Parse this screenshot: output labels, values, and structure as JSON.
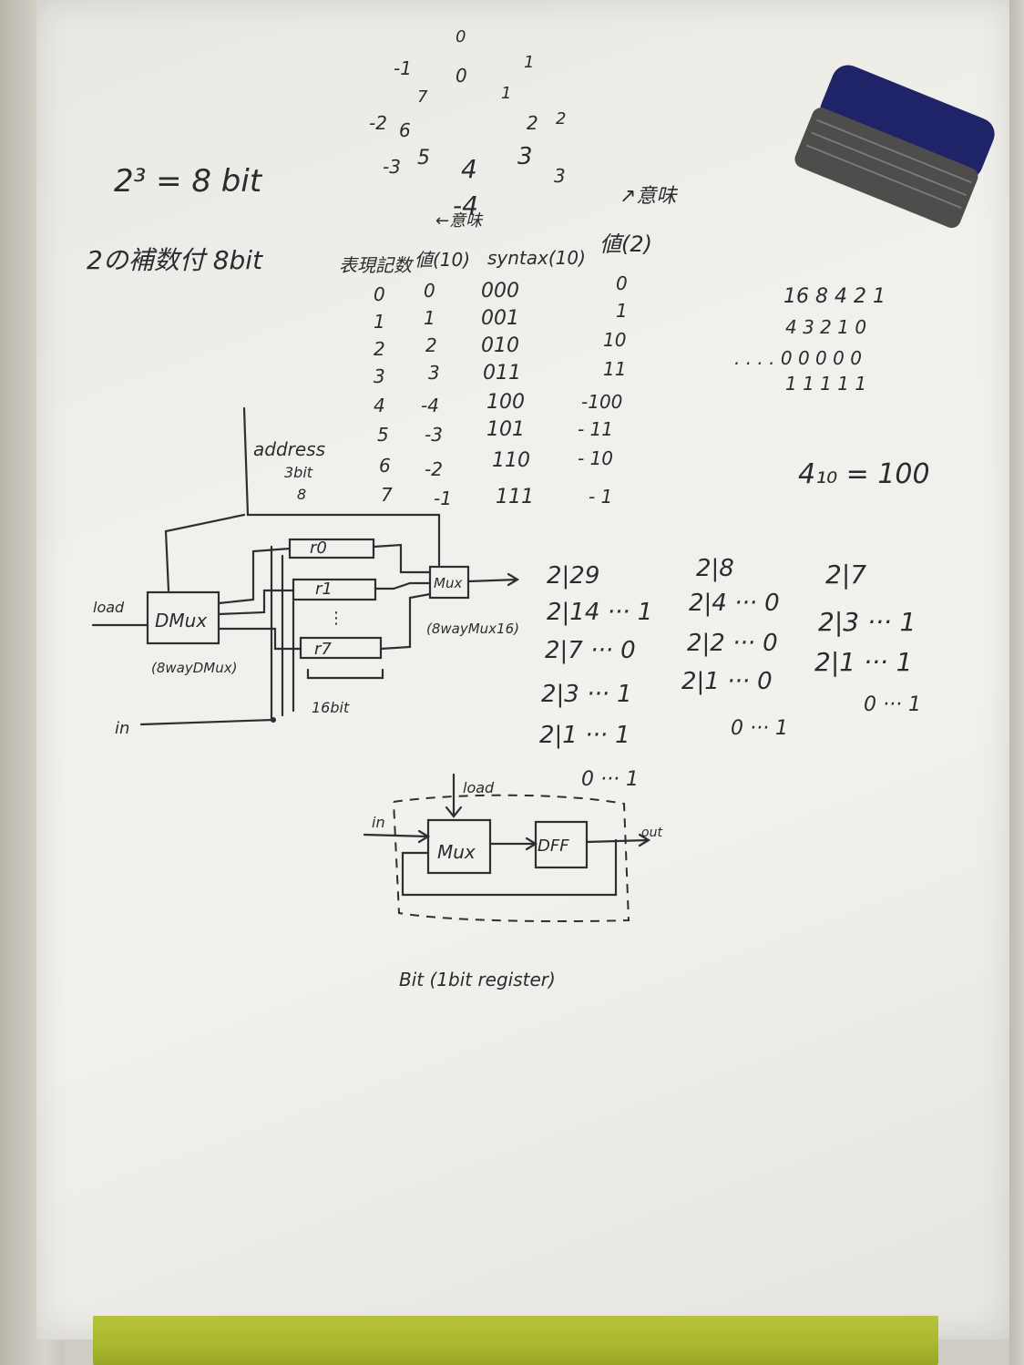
{
  "triangle": {
    "top": "0",
    "row1": [
      "-1",
      "0",
      "1"
    ],
    "row2": [
      "7",
      "1"
    ],
    "row3": [
      "-2",
      "6",
      "2",
      "2"
    ],
    "row4": [
      "-3",
      "5",
      "4",
      "3",
      "3"
    ],
    "bottom": "-4"
  },
  "left_notes": {
    "power": "2³ = 8 bit",
    "base_note": "2の補数付 8bit"
  },
  "table": {
    "annotation_left": "←意味",
    "annotation_right": "↗意味",
    "headers": [
      "表現記数",
      "値(10)",
      "syntax(10)",
      "値(2)"
    ],
    "rows": [
      [
        "0",
        "0",
        "000",
        "0"
      ],
      [
        "1",
        "1",
        "001",
        "1"
      ],
      [
        "2",
        "2",
        "010",
        "10"
      ],
      [
        "3",
        "3",
        "011",
        "11"
      ],
      [
        "4",
        "-4",
        "100",
        "-100"
      ],
      [
        "5",
        "-3",
        "101",
        "- 11"
      ],
      [
        "6",
        "-2",
        "110",
        "- 10"
      ],
      [
        "7",
        "-1",
        "111",
        "- 1"
      ]
    ]
  },
  "powers": {
    "weights": "16 8 4 2 1",
    "exponents": "4 3 2 1 0",
    "zeros": ". . . . 0 0  0 0 0",
    "ones": "1 1  1 1 1",
    "equation": "4₁₀ = 100"
  },
  "circuit": {
    "address": "address",
    "address_bits": "3bit",
    "address_count": "8",
    "load": "load",
    "dmux": "DMux",
    "dmux_caption": "(8wayDMux)",
    "registers": [
      "r0",
      "r1",
      "⋮",
      "r7"
    ],
    "width_label": "16bit",
    "mux": "Mux",
    "mux_caption": "(8wayMux16)",
    "in_label": "in"
  },
  "division_29": [
    "2|29",
    "2|14 ··· 1",
    "2|7 ··· 0",
    "2|3 ··· 1",
    "2|1 ··· 1",
    "0 ··· 1"
  ],
  "division_8": [
    "2|8",
    "2|4 ··· 0",
    "2|2 ··· 0",
    "2|1 ··· 0",
    "0 ··· 1"
  ],
  "division_7": [
    "2|7",
    "2|3 ··· 1",
    "2|1 ··· 1",
    "0 ··· 1"
  ],
  "bit_circuit": {
    "load": "load",
    "in": "in",
    "mux": "Mux",
    "dff": "DFF",
    "out": "out",
    "caption": "Bit (1bit register)"
  },
  "colors": {
    "ink": "#2b2b30",
    "eraser": "#1f2368",
    "tray": "#a9b82e"
  }
}
